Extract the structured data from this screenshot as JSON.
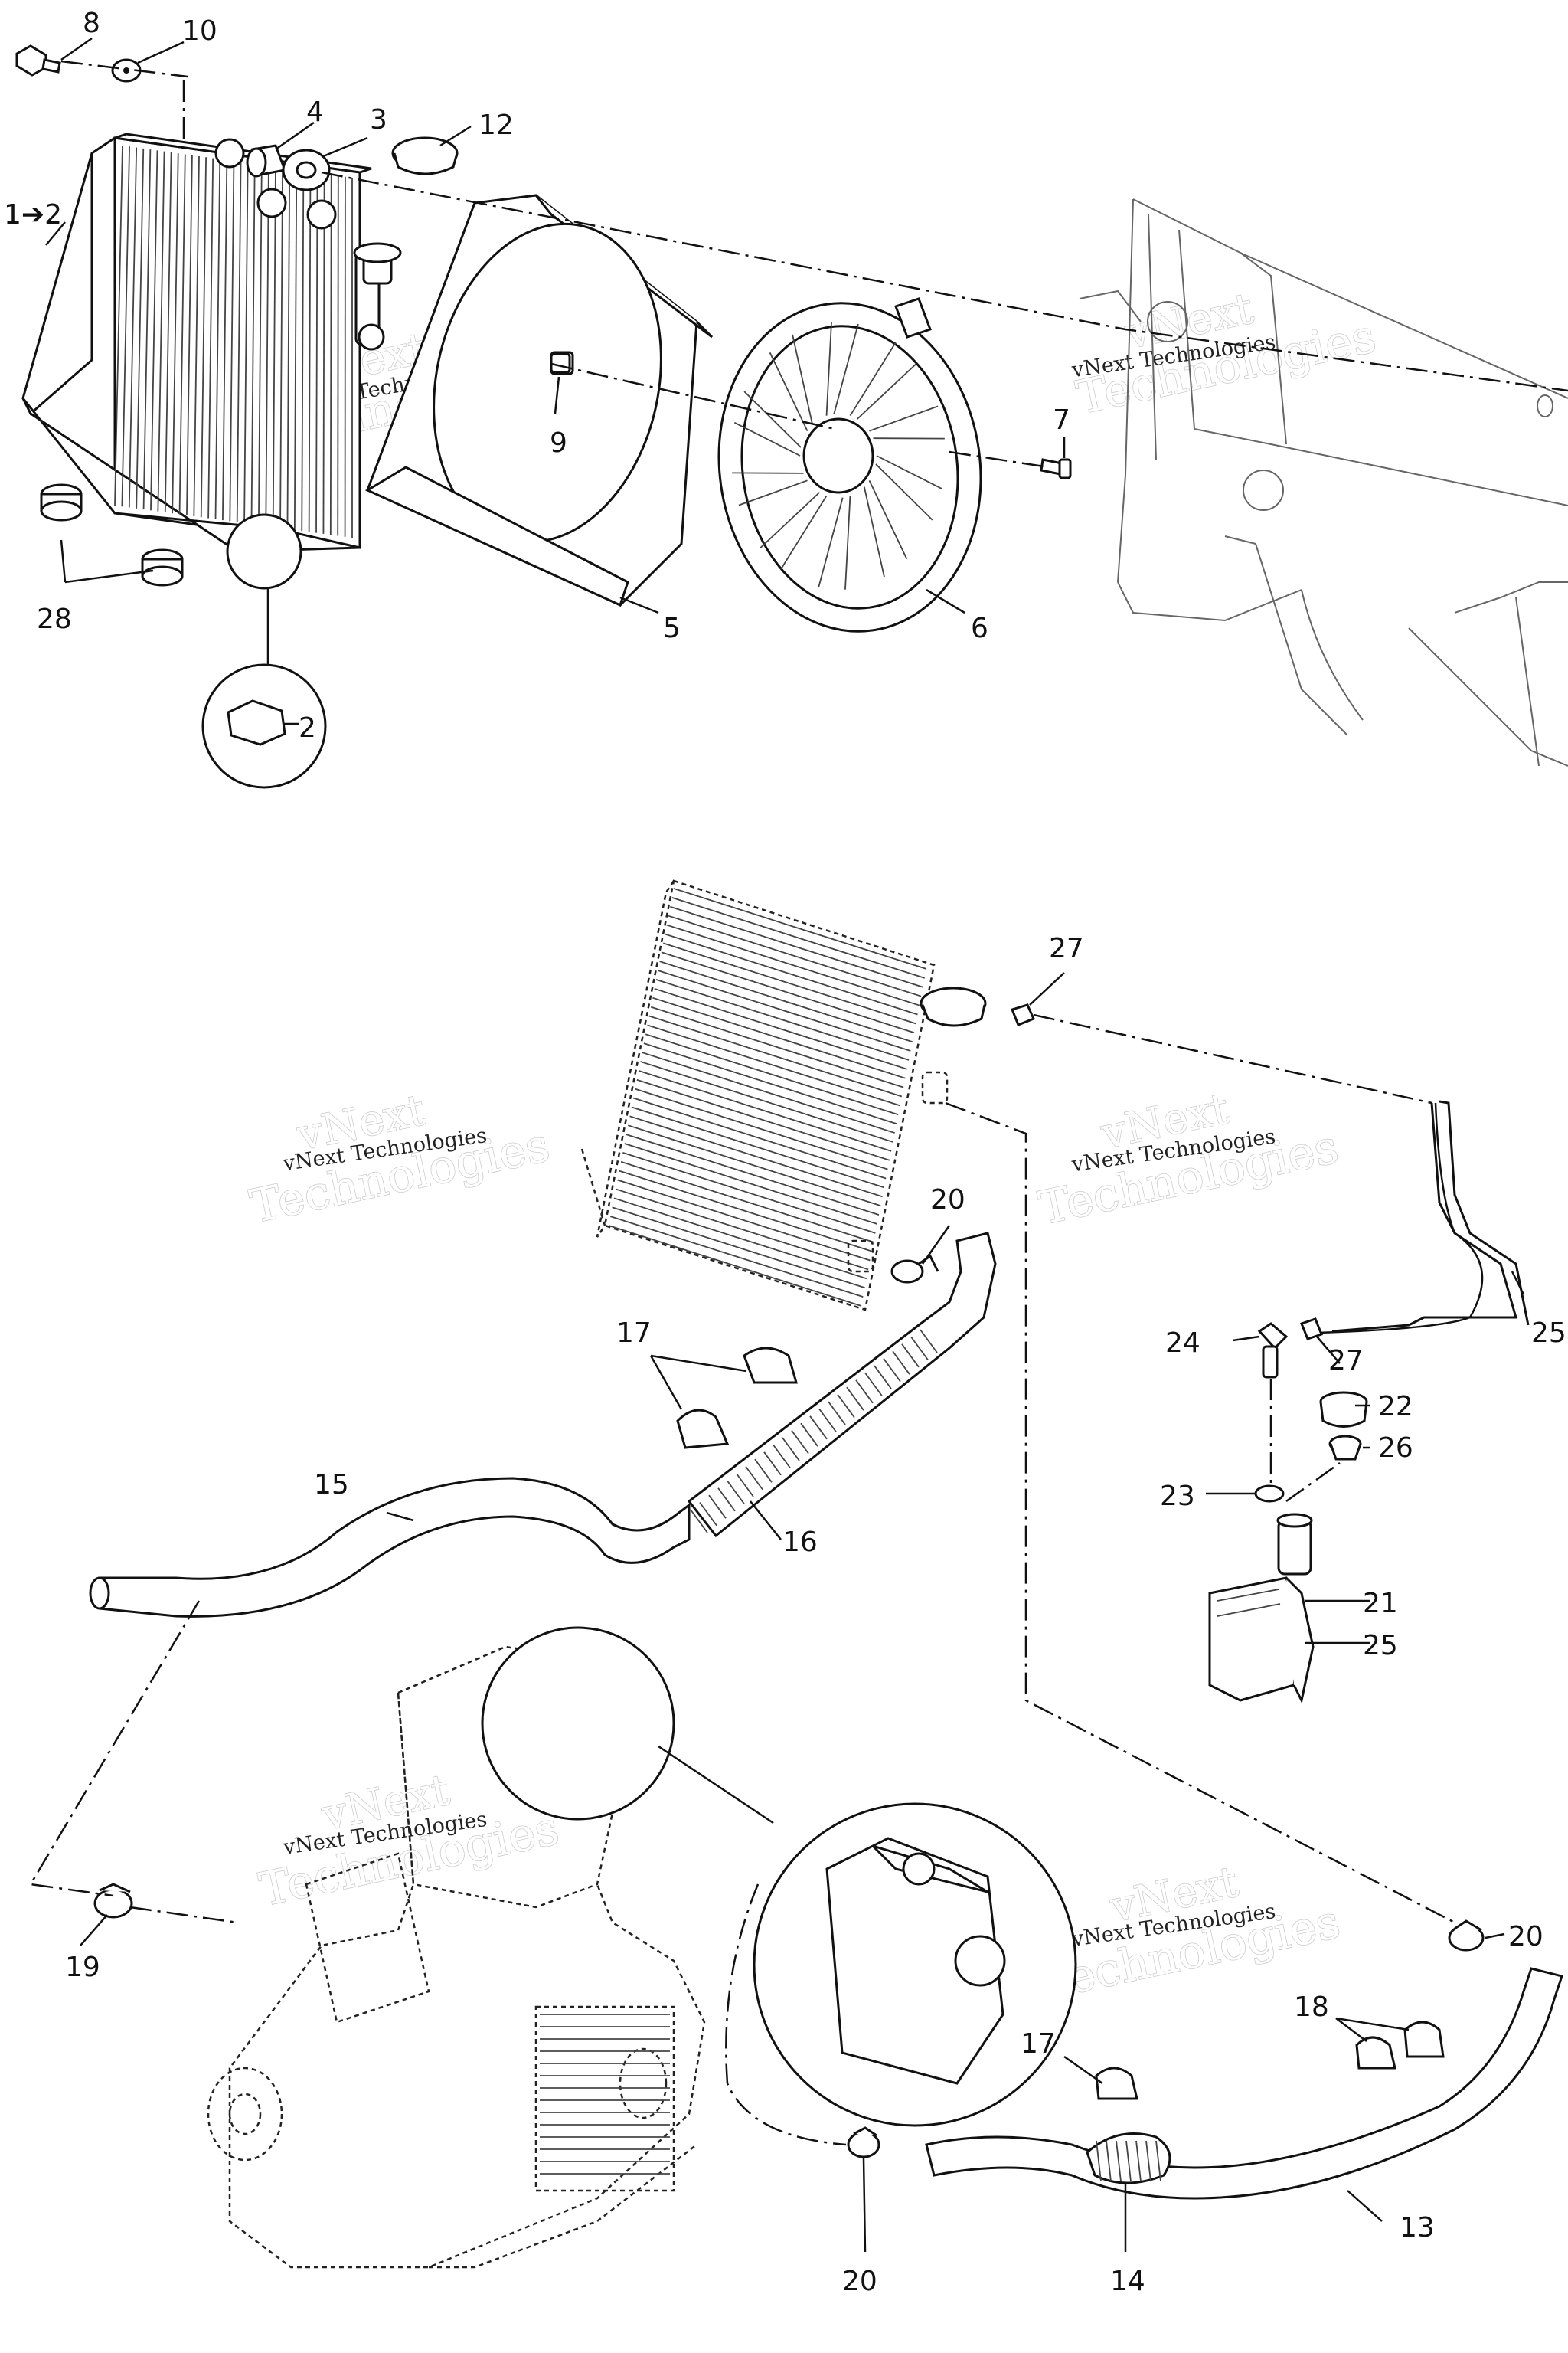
{
  "callouts": [
    {
      "id": "c8",
      "text": "8"
    },
    {
      "id": "c10",
      "text": "10"
    },
    {
      "id": "c4",
      "text": "4"
    },
    {
      "id": "c3",
      "text": "3"
    },
    {
      "id": "c12",
      "text": "12"
    },
    {
      "id": "c1to2",
      "text": "1➔2"
    },
    {
      "id": "c9",
      "text": "9"
    },
    {
      "id": "c7",
      "text": "7"
    },
    {
      "id": "c28",
      "text": "28"
    },
    {
      "id": "c5",
      "text": "5"
    },
    {
      "id": "c6",
      "text": "6"
    },
    {
      "id": "c2",
      "text": "2"
    },
    {
      "id": "c27a",
      "text": "27"
    },
    {
      "id": "c20a",
      "text": "20"
    },
    {
      "id": "c25a",
      "text": "25"
    },
    {
      "id": "c17a",
      "text": "17"
    },
    {
      "id": "c24",
      "text": "24"
    },
    {
      "id": "c27b",
      "text": "27"
    },
    {
      "id": "c22",
      "text": "22"
    },
    {
      "id": "c15",
      "text": "15"
    },
    {
      "id": "c26",
      "text": "26"
    },
    {
      "id": "c23",
      "text": "23"
    },
    {
      "id": "c16",
      "text": "16"
    },
    {
      "id": "c21",
      "text": "21"
    },
    {
      "id": "c25b",
      "text": "25"
    },
    {
      "id": "c19",
      "text": "19"
    },
    {
      "id": "c20b",
      "text": "20"
    },
    {
      "id": "c18",
      "text": "18"
    },
    {
      "id": "c17b",
      "text": "17"
    },
    {
      "id": "c13",
      "text": "13"
    },
    {
      "id": "c20c",
      "text": "20"
    },
    {
      "id": "c14",
      "text": "14"
    }
  ],
  "watermark": {
    "brand": "vNext",
    "name": "Technologies",
    "full": "vNext Technologies"
  }
}
